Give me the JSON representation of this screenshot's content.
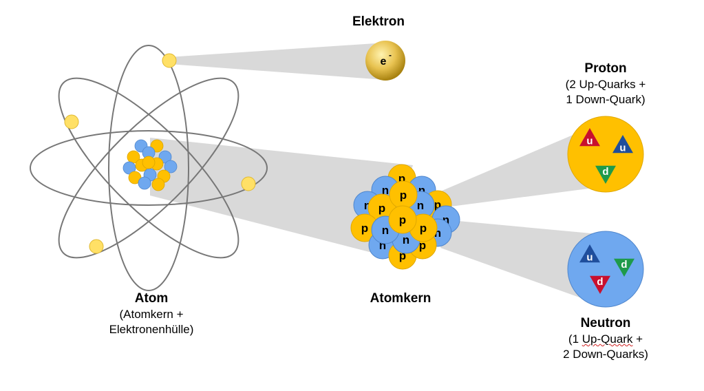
{
  "labels": {
    "elektron": {
      "title": "Elektron",
      "symbol": "e",
      "charge": "-"
    },
    "atom": {
      "title": "Atom",
      "line1": "(Atomkern +",
      "line2": "Elektronenhülle)"
    },
    "atomkern": {
      "title": "Atomkern"
    },
    "proton": {
      "title": "Proton",
      "line1": "(2 Up-Quarks +",
      "line2": "1 Down-Quark)"
    },
    "neutron": {
      "title": "Neutron",
      "line1_pre": "(1 ",
      "line1_sq": "Up-Quark",
      "line1_post": " +",
      "line2": "2 Down-Quarks)"
    }
  },
  "nucleon_letters": {
    "proton": "p",
    "neutron": "n"
  },
  "quarks": {
    "proton": [
      {
        "letter": "u",
        "color": "#c8102e"
      },
      {
        "letter": "u",
        "color": "#1f4e9c"
      },
      {
        "letter": "d",
        "color": "#1e9a4a"
      }
    ],
    "neutron": [
      {
        "letter": "u",
        "color": "#1f4e9c"
      },
      {
        "letter": "d",
        "color": "#1e9a4a"
      },
      {
        "letter": "d",
        "color": "#c8102e"
      }
    ]
  },
  "colors": {
    "proton_fill": "#ffc000",
    "neutron_fill": "#6fa8ef",
    "electron_fill": "#ffe066",
    "orbit": "#777777",
    "beam": "#d9d9d9"
  }
}
